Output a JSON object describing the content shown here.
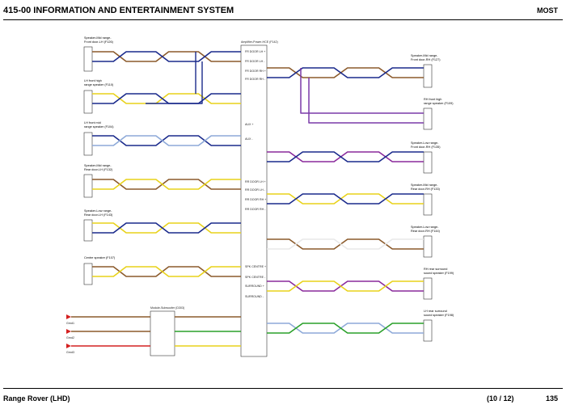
{
  "header": {
    "title": "415-00 INFORMATION AND ENTERTAINMENT SYSTEM",
    "right": "MOST"
  },
  "footer": {
    "left": "Range Rover (LHD)",
    "page_of": "(10 / 12)",
    "page": "135"
  },
  "amplifier": {
    "label": "Amplifier-Power-HCE (F142)",
    "pins_left": [
      "FR DOOR LH +",
      "FR DOOR LH -",
      "FR DOOR RH +",
      "FR DOOR RH -",
      "AUX +",
      "AUX -",
      "RR DOOR LH +",
      "RR DOOR LH -",
      "RR DOOR RH +",
      "RR DOOR RH -",
      "SPK CENTRE +",
      "SPK CENTRE -",
      "SURROUND +",
      "SURROUND -"
    ]
  },
  "subwoofer": {
    "label": "Module-Subwoofer (D303)"
  },
  "left_components": [
    {
      "label1": "Speaker-Mid range-",
      "label2": "Front door-LH (F126)"
    },
    {
      "label1": "LH front high",
      "label2": "range speaker (F110)"
    },
    {
      "label1": "LH front mid",
      "label2": "range speaker (F104)"
    },
    {
      "label1": "Speaker-Mid range-",
      "label2": "Rear door-LH (F132)"
    },
    {
      "label1": "Speaker-Low range-",
      "label2": "Rear door-LH (F143)"
    },
    {
      "label1": "Centre speaker (F107)",
      "label2": ""
    }
  ],
  "right_components": [
    {
      "label1": "Speaker-Mid range-",
      "label2": "Front door-RH (F127)"
    },
    {
      "label1": "RH front high",
      "label2": "range speaker (F109)"
    },
    {
      "label1": "Speaker-Low range-",
      "label2": "Front door-RH (F135)"
    },
    {
      "label1": "Speaker-Mid range-",
      "label2": "Rear door-RH (F133)"
    },
    {
      "label1": "Speaker-Low range-",
      "label2": "Rear door-RH (F144)"
    },
    {
      "label1": "RH rear surround",
      "label2": "sound speaker (F199)"
    },
    {
      "label1": "LH rear surround",
      "label2": "sound speaker (F198)"
    }
  ],
  "grounds": [
    "Grnd1",
    "Grnd2",
    "Grnd3"
  ],
  "colors": {
    "brown": "#8b5a2b",
    "blue": "#1a2a8c",
    "grey": "#b0b0b0",
    "lightblue": "#8da9d8",
    "yellow": "#e8d21a",
    "purple": "#8a2a9c",
    "violet": "#7a3aa8",
    "red": "#d42020",
    "green": "#2aa02a",
    "white": "#e8e8e8"
  }
}
